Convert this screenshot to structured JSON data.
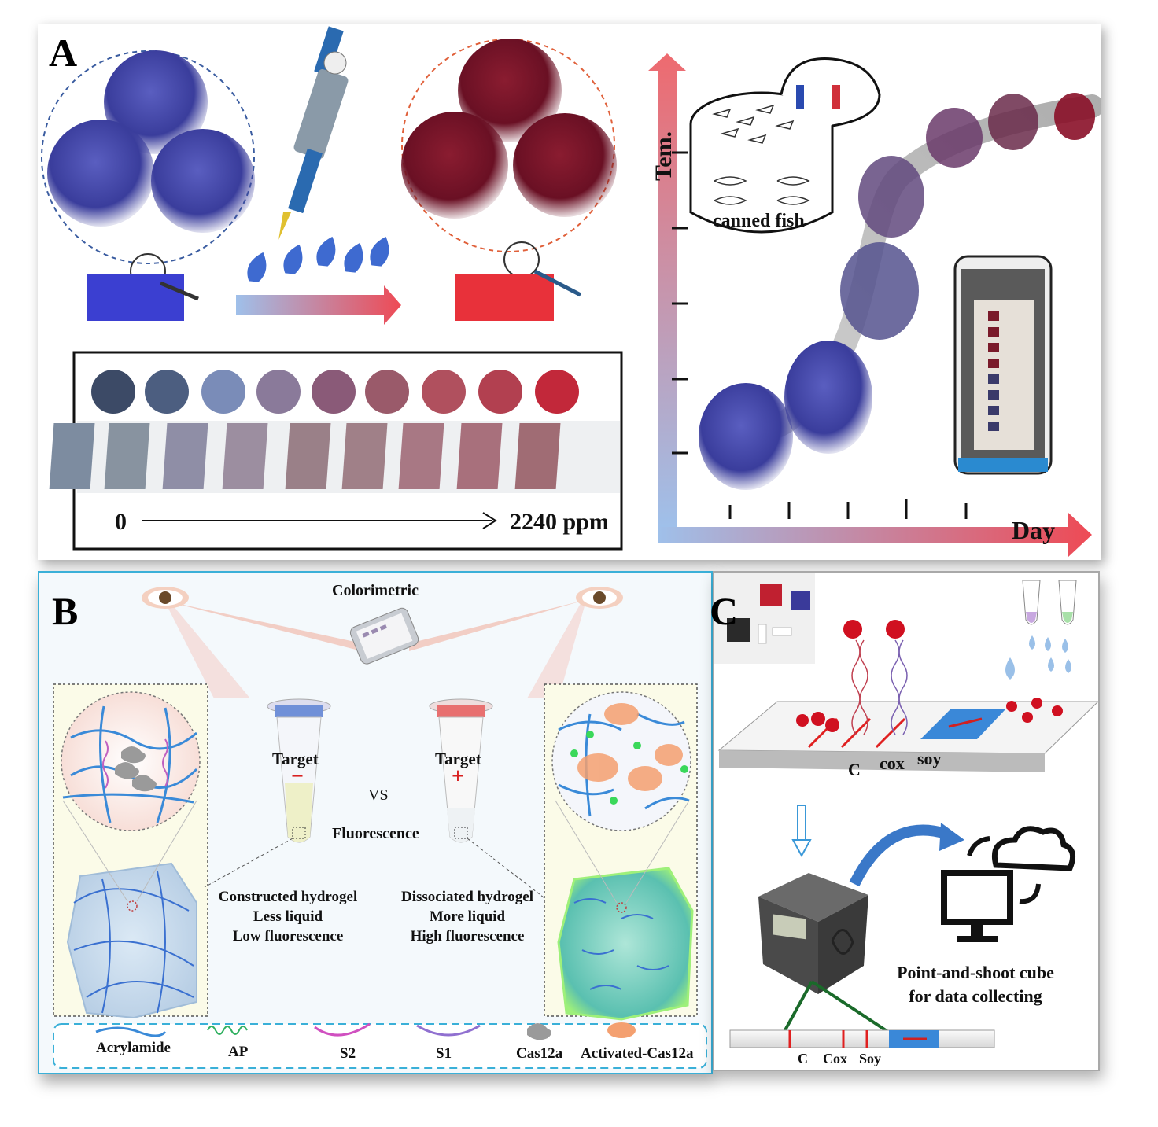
{
  "panels": {
    "a": {
      "label": "A",
      "scale_start": "0",
      "scale_end": "2240 ppm",
      "y_axis": "Tem.",
      "x_axis": "Day",
      "can_label": "canned fish"
    },
    "b": {
      "label": "B",
      "colorimetric": "Colorimetric",
      "fluorescence": "Fluorescence",
      "vs": "VS",
      "target_left": "Target",
      "target_right": "Target",
      "sign_minus": "−",
      "sign_plus": "+",
      "left_lines": [
        "Constructed hydrogel",
        "Less liquid",
        "Low fluorescence"
      ],
      "right_lines": [
        "Dissociated hydrogel",
        "More liquid",
        "High fluorescence"
      ],
      "legend": [
        "Acrylamide",
        "AP",
        "S2",
        "S1",
        "Cas12a",
        "Activated-Cas12a"
      ]
    },
    "c": {
      "label": "C",
      "strip_top": [
        "C",
        "cox",
        "soy"
      ],
      "strip_bottom": [
        "C",
        "Cox",
        "Soy"
      ],
      "cube_caption": [
        "Point-and-shoot cube",
        "for data collecting"
      ]
    }
  },
  "colors": {
    "blue_state": "#3b3fd1",
    "red_state": "#e8313a",
    "accent_border": "#3ab0d8"
  }
}
